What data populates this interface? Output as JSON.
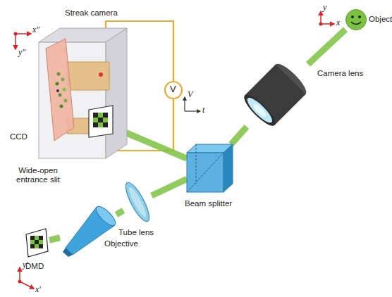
{
  "diagram": {
    "nodes": [
      {
        "text": [
          "Streak camera"
        ]
      },
      {
        "text": [
          "CCD"
        ],
        "in": 0
      },
      {
        "text": [
          "Wide-open entrance slit"
        ],
        "in": 0
      },
      {
        "text": [
          "Object"
        ]
      },
      {
        "text": [
          "Camera lens"
        ]
      },
      {
        "text": [
          "Beam splitter"
        ]
      },
      {
        "text": [
          "Tube lens"
        ]
      },
      {
        "text": [
          "Objective"
        ]
      },
      {
        "text": [
          "DMD"
        ]
      }
    ],
    "edges": [
      {
        "from": 3,
        "to": 4,
        "arrow": "none"
      },
      {
        "from": 4,
        "to": 5,
        "arrow": "none"
      },
      {
        "from": 5,
        "to": 6,
        "arrow": "none"
      },
      {
        "from": 6,
        "to": 7,
        "arrow": "none"
      },
      {
        "from": 7,
        "to": 8,
        "arrow": "none"
      },
      {
        "from": 5,
        "to": 2,
        "arrow": "none"
      }
    ],
    "labels": [
      "y",
      "x",
      "V",
      "V",
      "t",
      "y'",
      "x'",
      "x\"",
      "y\""
    ]
  }
}
